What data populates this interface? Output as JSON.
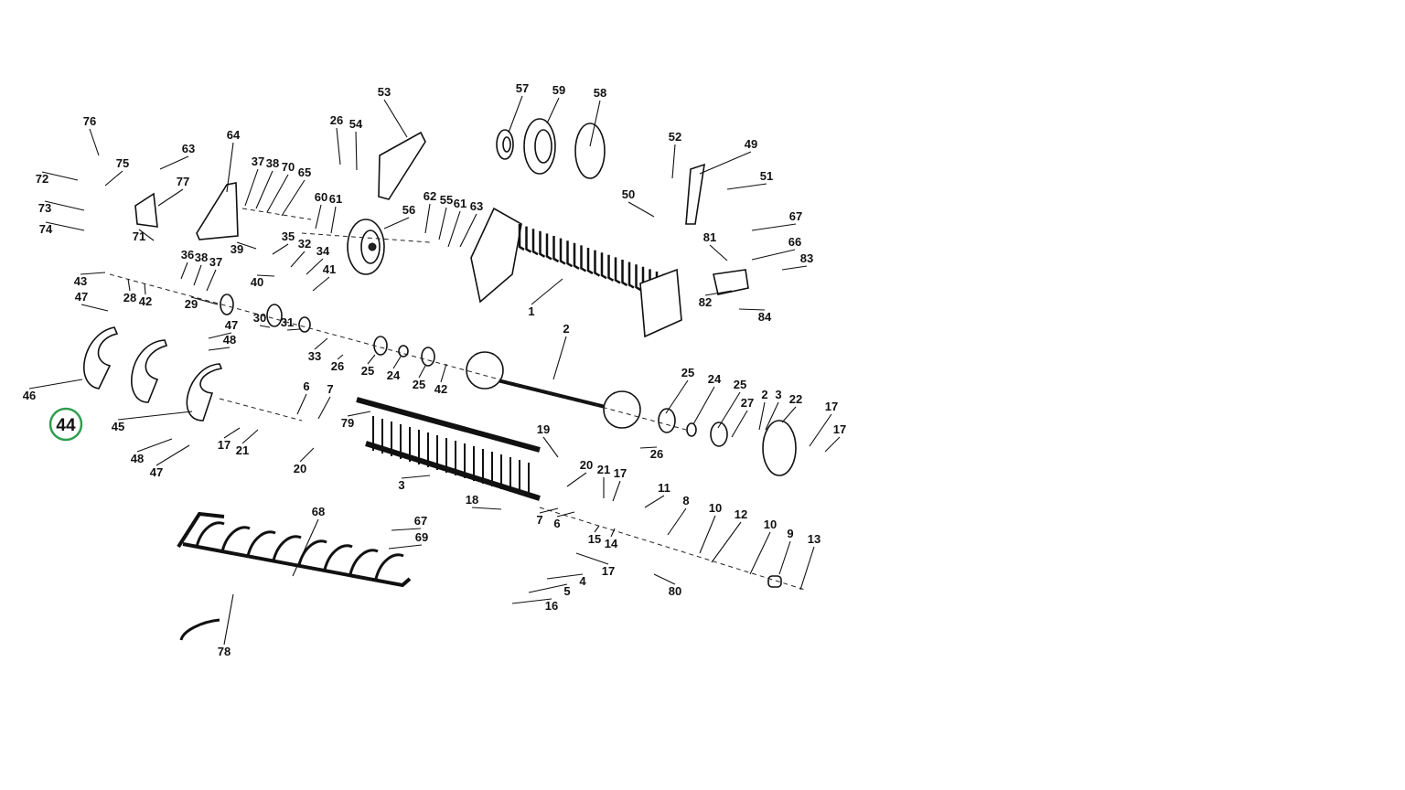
{
  "diagram": {
    "highlight_color": "#2e9e4f",
    "highlighted_part": "44",
    "labels": [
      "76",
      "63",
      "75",
      "72",
      "77",
      "73",
      "74",
      "71",
      "64",
      "37",
      "38",
      "70",
      "65",
      "26",
      "54",
      "53",
      "57",
      "59",
      "58",
      "52",
      "49",
      "51",
      "50",
      "67",
      "66",
      "81",
      "83",
      "82",
      "84",
      "60",
      "61",
      "62",
      "55",
      "61",
      "63",
      "56",
      "39",
      "35",
      "32",
      "34",
      "40",
      "41",
      "36",
      "38",
      "37",
      "43",
      "28",
      "42",
      "47",
      "29",
      "47",
      "48",
      "30",
      "31",
      "33",
      "26",
      "25",
      "24",
      "25",
      "42",
      "1",
      "2",
      "46",
      "45",
      "6",
      "7",
      "17",
      "21",
      "20",
      "48",
      "47",
      "79",
      "19",
      "20",
      "21",
      "17",
      "3",
      "18",
      "7",
      "6",
      "11",
      "8",
      "10",
      "12",
      "10",
      "9",
      "13",
      "15",
      "14",
      "17",
      "4",
      "5",
      "16",
      "80",
      "68",
      "67",
      "69",
      "78",
      "25",
      "24",
      "25",
      "27",
      "2",
      "3",
      "22",
      "17",
      "17",
      "26"
    ]
  }
}
